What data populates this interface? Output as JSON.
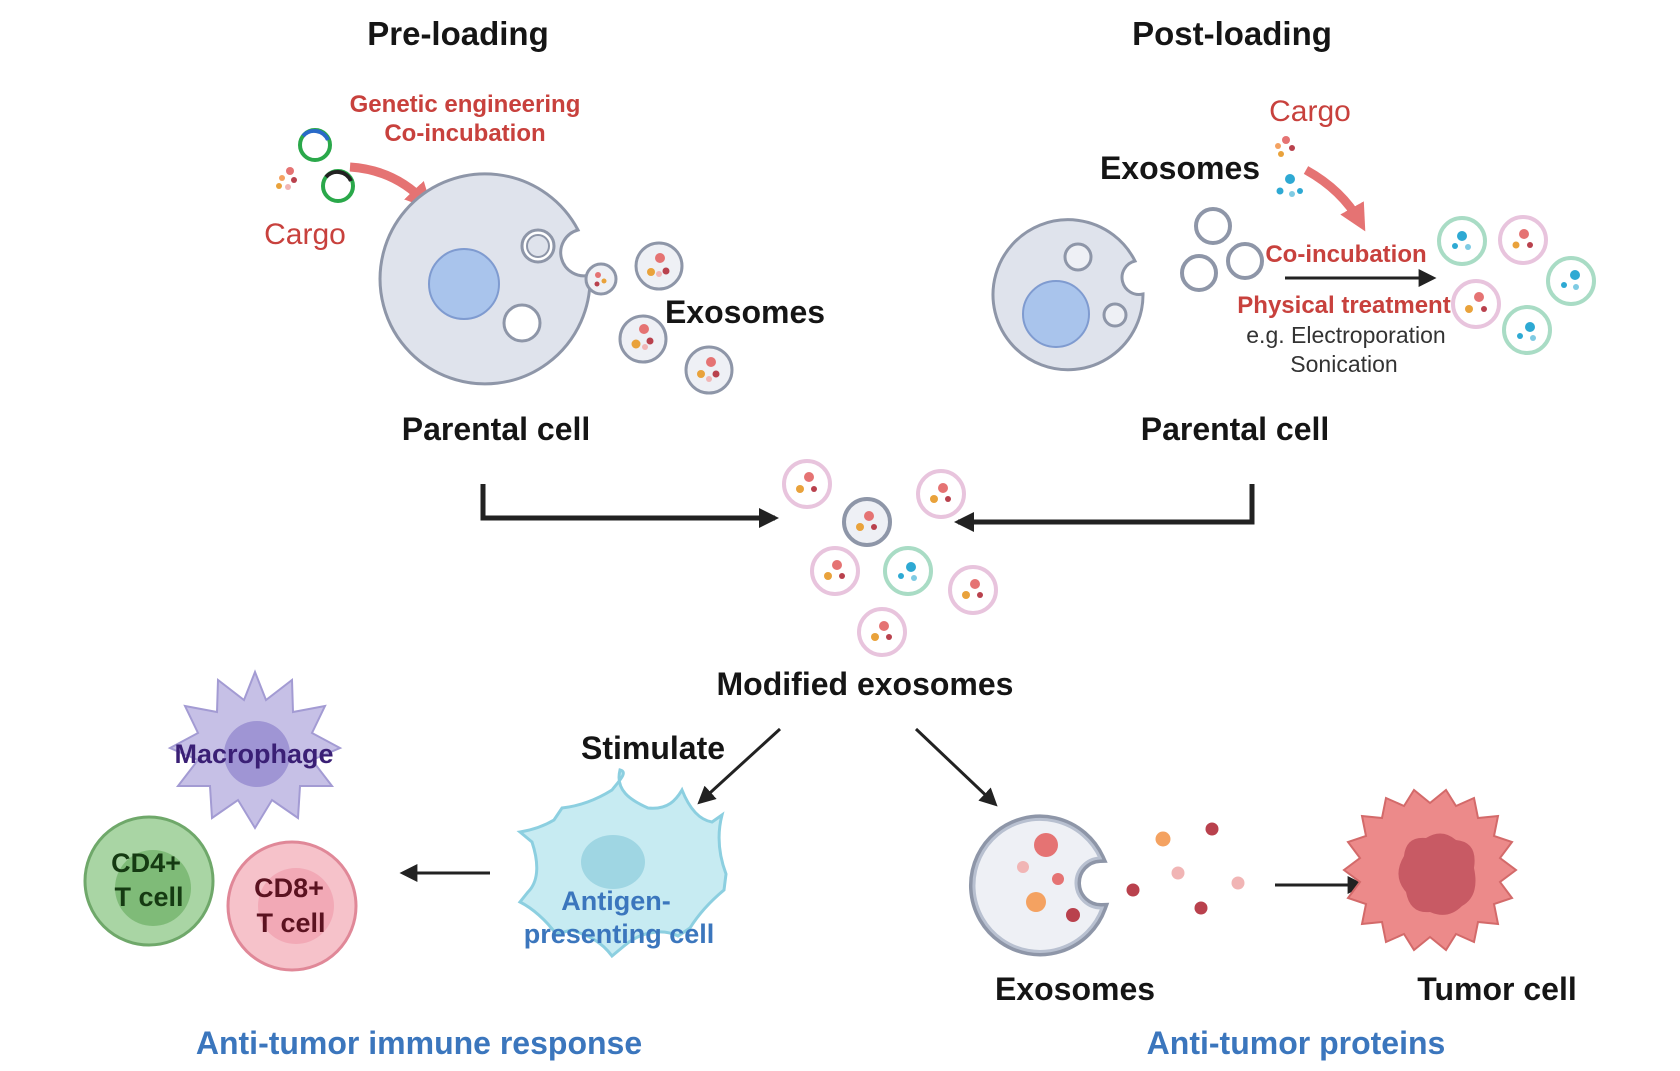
{
  "headings": {
    "pre_loading": "Pre-loading",
    "post_loading": "Post-loading"
  },
  "pre": {
    "methods_line1": "Genetic engineering",
    "methods_line2": "Co-incubation",
    "cargo": "Cargo",
    "exosomes": "Exosomes",
    "parental_cell": "Parental cell"
  },
  "post": {
    "cargo": "Cargo",
    "exosomes": "Exosomes",
    "co_incubation": "Co-incubation",
    "physical_treatment": "Physical treatment",
    "example_line1": "e.g. Electroporation",
    "example_line2": "Sonication",
    "parental_cell": "Parental cell"
  },
  "center": {
    "modified_exosomes": "Modified exosomes",
    "stimulate": "Stimulate"
  },
  "immune": {
    "macrophage": "Macrophage",
    "cd4_line1": "CD4+",
    "cd4_line2": "T cell",
    "cd8_line1": "CD8+",
    "cd8_line2": "T cell",
    "apc_line1": "Antigen-",
    "apc_line2": "presenting cell",
    "caption": "Anti-tumor immune response"
  },
  "tumor": {
    "exosomes": "Exosomes",
    "tumor_cell": "Tumor cell",
    "caption": "Anti-tumor proteins"
  },
  "colors": {
    "red_text": "#c8413d",
    "blue_text": "#3b76bd",
    "cell_fill": "#dfe3ec",
    "nucleus": "#a9c4ec",
    "macrophage": "#c6c0e6",
    "cd4": "#a9d5a4",
    "cd8": "#f6c2ca",
    "apc": "#c7ebf2",
    "tumor": "#ec8a8a"
  }
}
